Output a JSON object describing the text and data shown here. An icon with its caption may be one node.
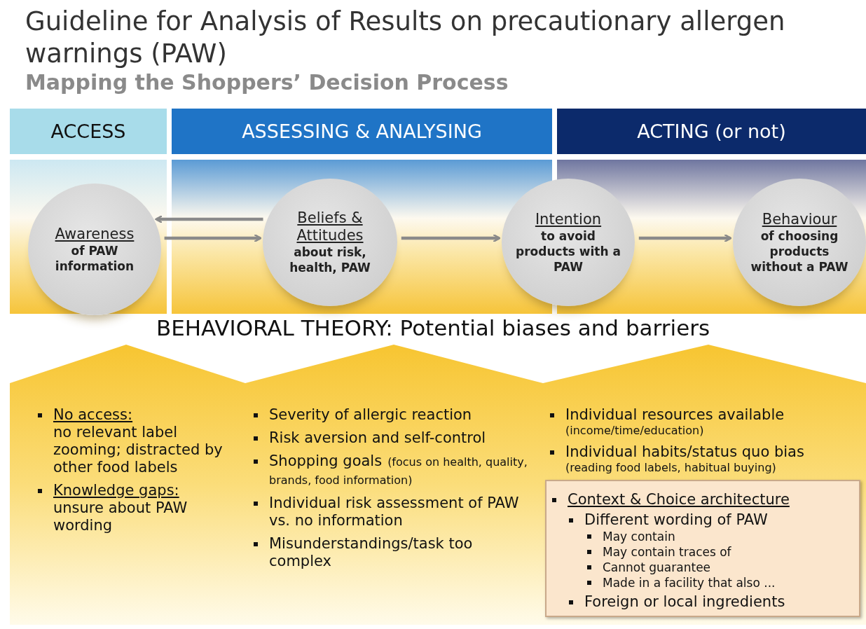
{
  "diagram": {
    "title": "Guideline for Analysis of Results on precautionary allergen warnings (PAW)",
    "nodes": [
      {
        "text": [
          "ACCESS"
        ]
      },
      {
        "text": [
          "ASSESSING & ANALYSING"
        ]
      },
      {
        "text": [
          "ACTING (or not)"
        ]
      },
      {
        "text": [
          "Awareness",
          "of PAW information"
        ]
      },
      {
        "text": [
          "Beliefs & Attitudes",
          "about risk, health, PAW"
        ]
      },
      {
        "text": [
          "Intention",
          "to avoid products with a PAW"
        ]
      },
      {
        "text": [
          "Behaviour",
          "of choosing products without a PAW"
        ]
      },
      {
        "text": [
          "No access:",
          "no relevant label zooming; distracted by other food labels",
          "Knowledge gaps:",
          "unsure about PAW wording"
        ]
      },
      {
        "text": [
          "Severity of allergic reaction",
          "Risk aversion and self-control",
          "Shopping goals",
          "(focus on health, quality, brands, food information)",
          "Individual risk assessment of PAW vs. no information",
          "Misunderstandings/task too complex"
        ]
      },
      {
        "text": [
          "Individual resources available",
          "(income/time/education)",
          "Individual habits/status quo bias",
          "(reading food labels, habitual buying)"
        ]
      },
      {
        "text": [
          "Context & Choice architecture",
          "Different wording of PAW",
          "May contain",
          "May contain traces of",
          "Cannot guarantee",
          "Made in a facility that also ...",
          "Foreign or local ingredients"
        ],
        "in": 9
      }
    ],
    "edges": [
      {
        "from": 4,
        "to": 3,
        "arrow": "to"
      },
      {
        "from": 3,
        "to": 4,
        "arrow": "to"
      },
      {
        "from": 4,
        "to": 5,
        "arrow": "to"
      },
      {
        "from": 5,
        "to": 6,
        "arrow": "to"
      }
    ],
    "labels": [
      "Mapping the Shoppers’ Decision Process",
      "BEHAVIORAL THEORY: Potential biases and barriers"
    ]
  }
}
